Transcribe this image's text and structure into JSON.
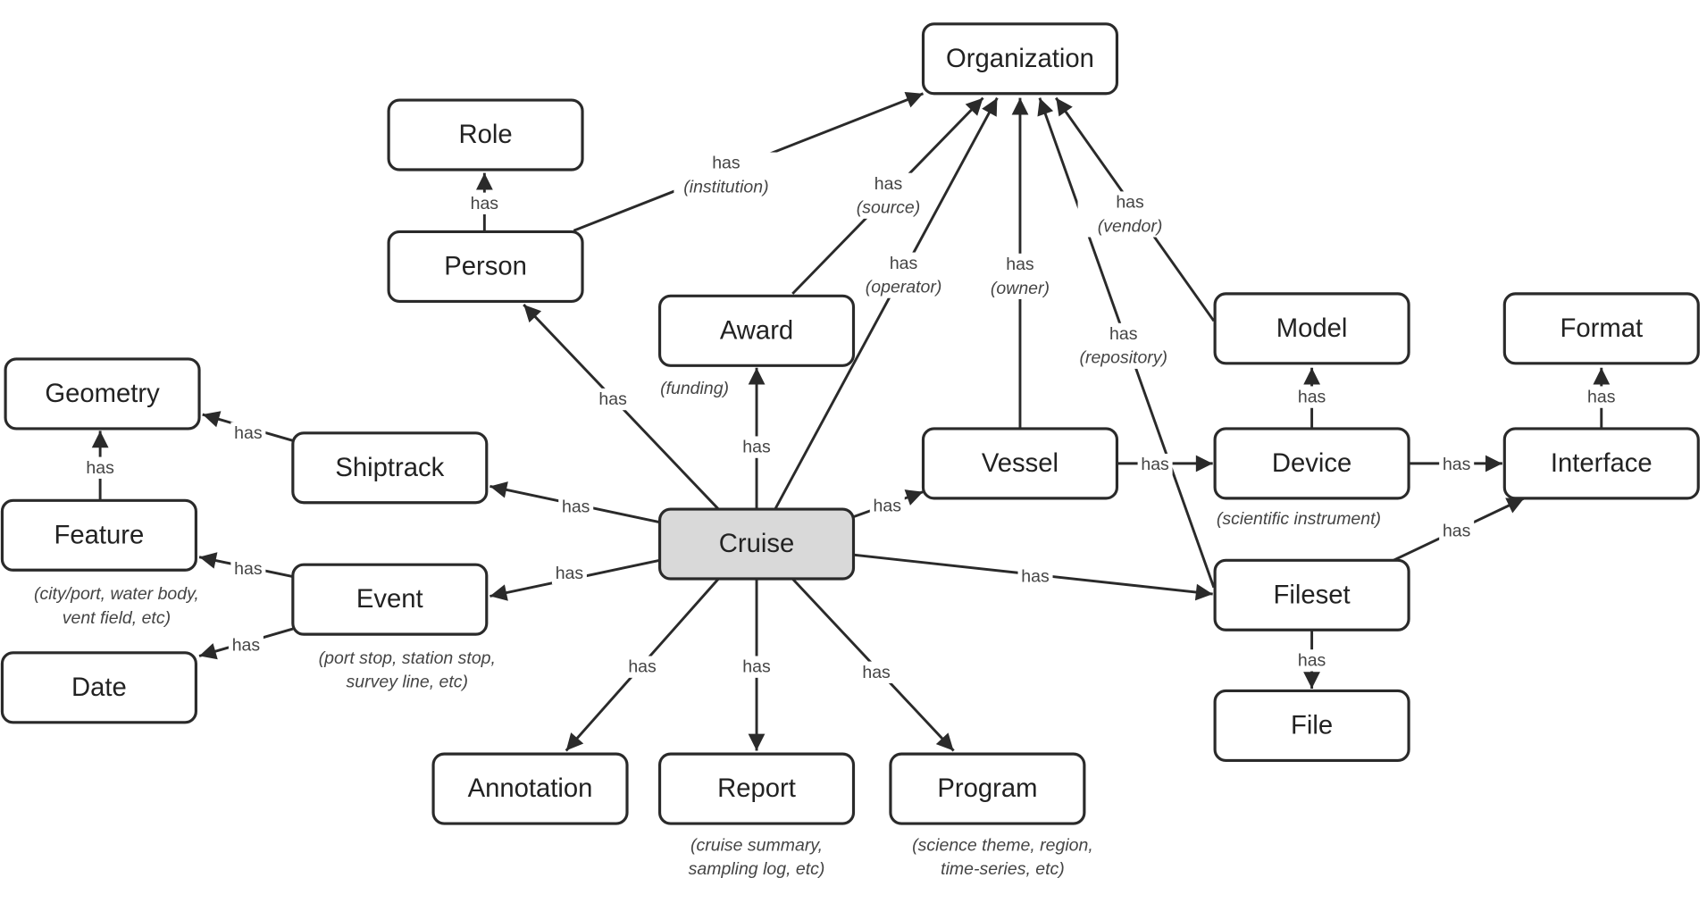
{
  "diagram": {
    "nodes": [
      {
        "id": "organization",
        "label": "Organization"
      },
      {
        "id": "role",
        "label": "Role"
      },
      {
        "id": "person",
        "label": "Person"
      },
      {
        "id": "award",
        "label": "Award",
        "note": [
          "(funding)"
        ]
      },
      {
        "id": "geometry",
        "label": "Geometry"
      },
      {
        "id": "shiptrack",
        "label": "Shiptrack"
      },
      {
        "id": "feature",
        "label": "Feature",
        "note": [
          "(city/port, water body,",
          "vent field, etc)"
        ]
      },
      {
        "id": "event",
        "label": "Event",
        "note": [
          "(port stop, station stop,",
          "survey line, etc)"
        ]
      },
      {
        "id": "date",
        "label": "Date"
      },
      {
        "id": "cruise",
        "label": "Cruise",
        "highlight": true
      },
      {
        "id": "vessel",
        "label": "Vessel"
      },
      {
        "id": "device",
        "label": "Device",
        "note": [
          "(scientific instrument)"
        ]
      },
      {
        "id": "interface",
        "label": "Interface"
      },
      {
        "id": "model",
        "label": "Model"
      },
      {
        "id": "format",
        "label": "Format"
      },
      {
        "id": "fileset",
        "label": "Fileset"
      },
      {
        "id": "file",
        "label": "File"
      },
      {
        "id": "annotation",
        "label": "Annotation"
      },
      {
        "id": "report",
        "label": "Report",
        "note": [
          "(cruise summary,",
          "sampling log, etc)"
        ]
      },
      {
        "id": "program",
        "label": "Program",
        "note": [
          "(science theme, region,",
          "time-series, etc)"
        ]
      }
    ],
    "edges": [
      {
        "from": "person",
        "to": "organization",
        "label": "has",
        "role": "(institution)"
      },
      {
        "from": "person",
        "to": "role",
        "label": "has"
      },
      {
        "from": "award",
        "to": "organization",
        "label": "has",
        "role": "(source)"
      },
      {
        "from": "cruise",
        "to": "organization",
        "label": "has",
        "role": "(operator)"
      },
      {
        "from": "vessel",
        "to": "organization",
        "label": "has",
        "role": "(owner)"
      },
      {
        "from": "fileset",
        "to": "organization",
        "label": "has",
        "role": "(repository)"
      },
      {
        "from": "model",
        "to": "organization",
        "label": "has",
        "role": "(vendor)"
      },
      {
        "from": "cruise",
        "to": "person",
        "label": "has"
      },
      {
        "from": "cruise",
        "to": "award",
        "label": "has"
      },
      {
        "from": "cruise",
        "to": "shiptrack",
        "label": "has"
      },
      {
        "from": "shiptrack",
        "to": "geometry",
        "label": "has"
      },
      {
        "from": "feature",
        "to": "geometry",
        "label": "has"
      },
      {
        "from": "cruise",
        "to": "event",
        "label": "has"
      },
      {
        "from": "event",
        "to": "feature",
        "label": "has"
      },
      {
        "from": "event",
        "to": "date",
        "label": "has"
      },
      {
        "from": "cruise",
        "to": "vessel",
        "label": "has"
      },
      {
        "from": "vessel",
        "to": "device",
        "label": "has"
      },
      {
        "from": "device",
        "to": "interface",
        "label": "has"
      },
      {
        "from": "device",
        "to": "model",
        "label": "has"
      },
      {
        "from": "interface",
        "to": "format",
        "label": "has"
      },
      {
        "from": "cruise",
        "to": "fileset",
        "label": "has"
      },
      {
        "from": "fileset",
        "to": "interface",
        "label": "has"
      },
      {
        "from": "fileset",
        "to": "file",
        "label": "has"
      },
      {
        "from": "cruise",
        "to": "annotation",
        "label": "has"
      },
      {
        "from": "cruise",
        "to": "report",
        "label": "has"
      },
      {
        "from": "cruise",
        "to": "program",
        "label": "has"
      }
    ],
    "colors": {
      "stroke": "#2a2a2a",
      "highlight_fill": "#d9d9d9",
      "node_fill": "#ffffff"
    }
  }
}
